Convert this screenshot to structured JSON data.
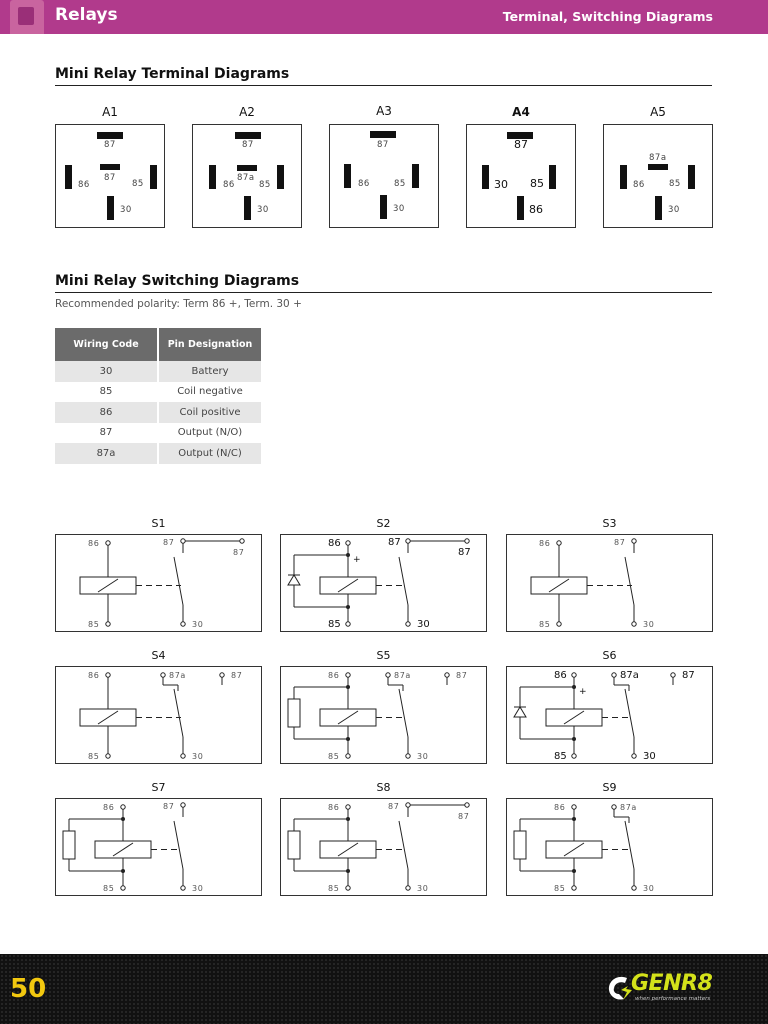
{
  "header": {
    "title": "Relays",
    "right": "Terminal, Switching Diagrams",
    "accent": "#b13a8c"
  },
  "section1": {
    "title": "Mini Relay Terminal Diagrams"
  },
  "section2": {
    "title": "Mini Relay Switching Diagrams",
    "subtitle": "Recommended polarity: Term 86 +, Term. 30 +"
  },
  "terminal": [
    {
      "label": "A1",
      "p_top": "87",
      "p_mid": "87",
      "p_left": "86",
      "p_right": "85",
      "p_bottom": "30"
    },
    {
      "label": "A2",
      "p_top": "87",
      "p_mid": "87a",
      "p_left": "86",
      "p_right": "85",
      "p_bottom": "30"
    },
    {
      "label": "A3",
      "p_top": "87",
      "p_left": "86",
      "p_right": "85",
      "p_bottom": "30"
    },
    {
      "label": "A4",
      "p_top": "87",
      "p_left": "30",
      "p_right": "85",
      "p_bottom": "86"
    },
    {
      "label": "A5",
      "p_mid": "87a",
      "p_left": "86",
      "p_right": "85",
      "p_bottom": "30"
    }
  ],
  "table": {
    "headers": [
      "Wiring Code",
      "Pin Designation"
    ],
    "rows": [
      [
        "30",
        "Battery"
      ],
      [
        "85",
        "Coil negative"
      ],
      [
        "86",
        "Coil positive"
      ],
      [
        "87",
        "Output (N/O)"
      ],
      [
        "87a",
        "Output (N/C)"
      ]
    ]
  },
  "switching": [
    {
      "label": "S1",
      "t86": "86",
      "t85": "85",
      "t87": "87",
      "t87b": "87",
      "t30": "30",
      "plus": ""
    },
    {
      "label": "S2",
      "t86": "86",
      "t85": "85",
      "t87": "87",
      "t87b": "87",
      "t30": "30",
      "plus": "+"
    },
    {
      "label": "S3",
      "t86": "86",
      "t85": "85",
      "t87": "87",
      "t30": "30",
      "plus": ""
    },
    {
      "label": "S4",
      "t86": "86",
      "t85": "85",
      "t87a": "87a",
      "t87": "87",
      "t30": "30",
      "plus": ""
    },
    {
      "label": "S5",
      "t86": "86",
      "t85": "85",
      "t87a": "87a",
      "t87": "87",
      "t30": "30",
      "plus": ""
    },
    {
      "label": "S6",
      "t86": "86",
      "t85": "85",
      "t87a": "87a",
      "t87": "87",
      "t30": "30",
      "plus": "+"
    },
    {
      "label": "S7",
      "t86": "86",
      "t85": "85",
      "t87": "87",
      "t30": "30",
      "plus": ""
    },
    {
      "label": "S8",
      "t86": "86",
      "t85": "85",
      "t87": "87",
      "t87b": "87",
      "t30": "30",
      "plus": ""
    },
    {
      "label": "S9",
      "t86": "86",
      "t85": "85",
      "t87a": "87a",
      "t30": "30",
      "plus": ""
    }
  ],
  "footer": {
    "page_number": "50",
    "logo_text": "GENR8",
    "logo_tagline": "when performance matters",
    "logo_color": "#d4e21a",
    "page_number_color": "#f2c80f"
  }
}
